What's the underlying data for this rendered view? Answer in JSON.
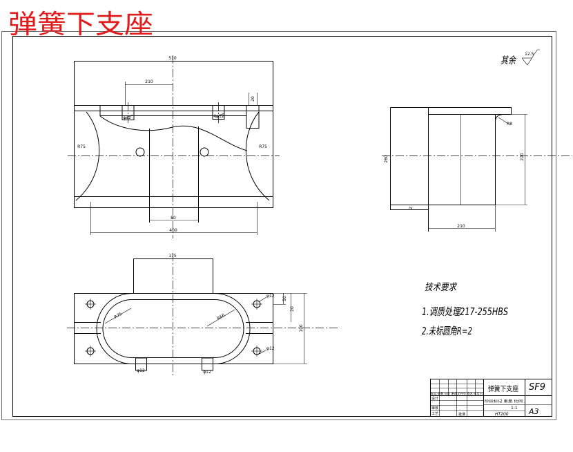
{
  "title": "弹簧下支座",
  "colors": {
    "title": "#e01c1c",
    "lines": "#000000",
    "background": "#ffffff"
  },
  "surface_finish": {
    "label": "其余",
    "ra": "12.5"
  },
  "tech_requirements": {
    "heading": "技术要求",
    "items": [
      "1.调质处理217-255HBS",
      "2.未标圆角R=2"
    ]
  },
  "dimensions": {
    "front": {
      "overall": "510",
      "offset": "210",
      "tab": "20",
      "hole_left": "φ12",
      "hole_right": "4φ12",
      "radius_left": "R75",
      "radius_right": "R75",
      "inner": "80",
      "span": "400"
    },
    "side": {
      "height_left": "260",
      "height_right": "220",
      "corner": "R8",
      "gap": "2",
      "width": "210"
    },
    "plan": {
      "box": "175",
      "radius_left": "R75",
      "radius_right": "R66",
      "hole_tr": "φ12",
      "hole_br": "φ12",
      "boss_left": "φ12",
      "boss_right": "φ12",
      "right_a": "50",
      "right_b": "20",
      "right_c": "100"
    }
  },
  "title_block": {
    "part_name": "弹簧下支座",
    "drawing_no": "SF9",
    "material": "HT200",
    "sheet_size": "A3",
    "scale": "1:1",
    "header_row": "标记 处数 分区 更改文件号 签名 年月日",
    "stage_row": "阶段标记 重量 比例",
    "roles": [
      "设计",
      "审核",
      "工艺"
    ],
    "approve": "批准"
  }
}
